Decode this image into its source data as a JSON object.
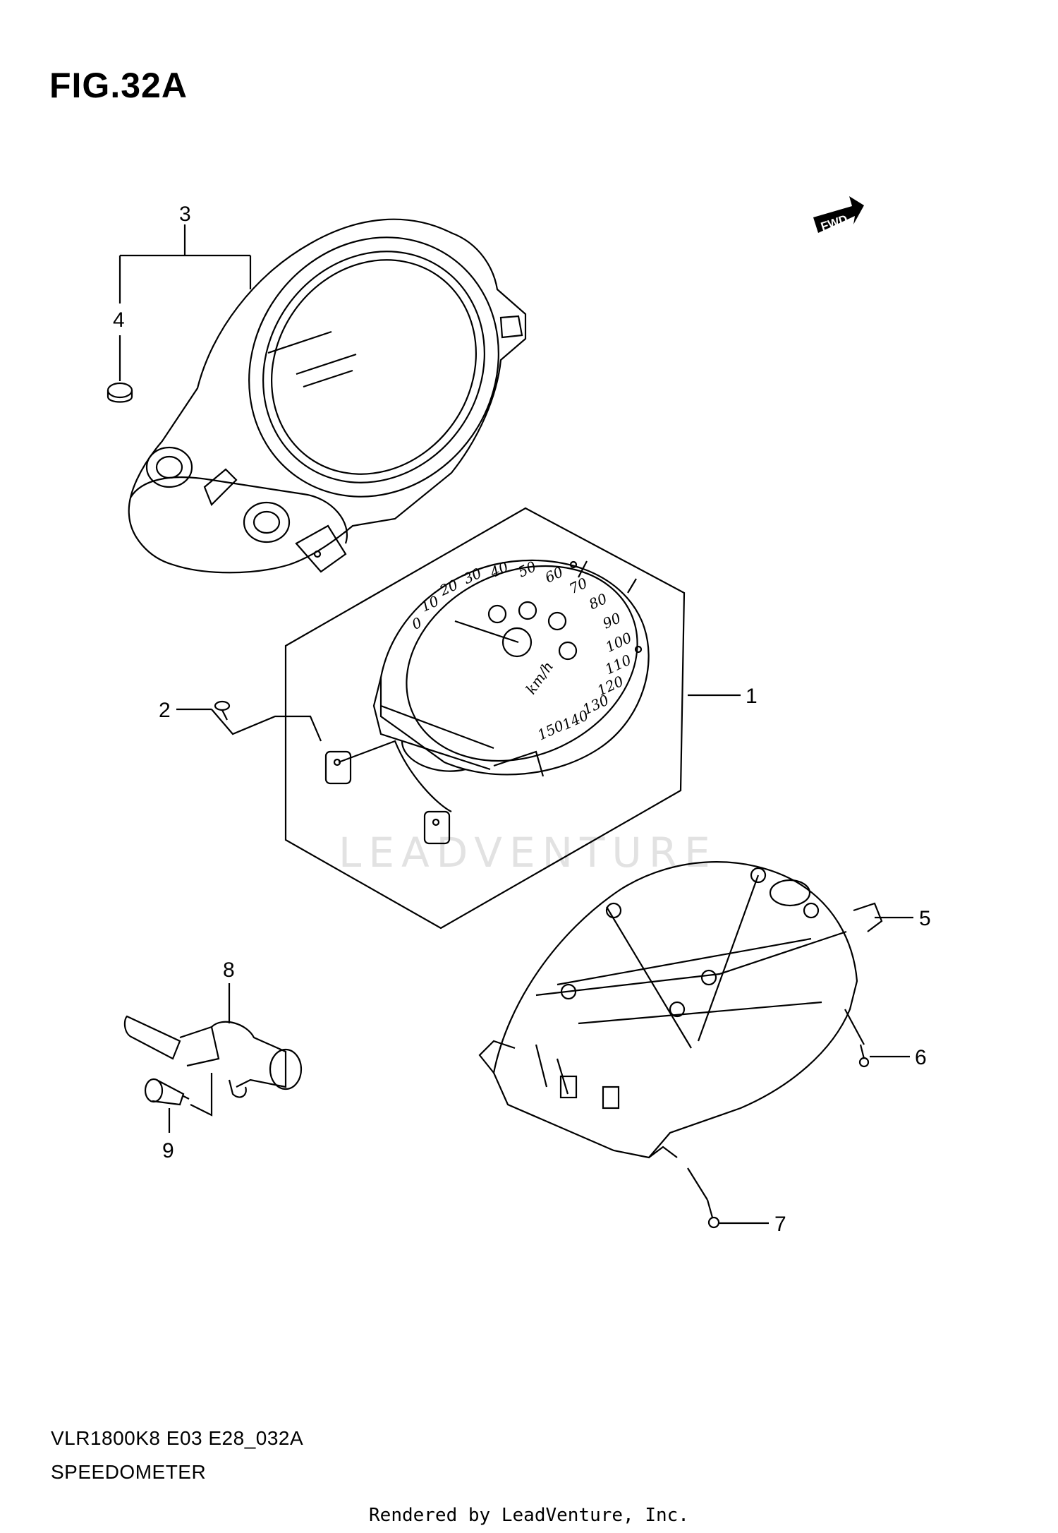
{
  "figure": {
    "title": "FIG.32A",
    "model_code": "VLR1800K8 E03 E28_032A",
    "name": "SPEEDOMETER",
    "rendered_by": "Rendered by LeadVenture, Inc.",
    "watermark": "LEADVENTURE",
    "direction_badge": "FWD"
  },
  "callouts": [
    "1",
    "2",
    "3",
    "4",
    "5",
    "6",
    "7",
    "8",
    "9"
  ],
  "dial_numbers": [
    "0",
    "10",
    "20",
    "30",
    "40",
    "50",
    "60",
    "70",
    "80",
    "90",
    "100",
    "110",
    "120",
    "130",
    "140",
    "150"
  ],
  "dial_unit": "km/h"
}
